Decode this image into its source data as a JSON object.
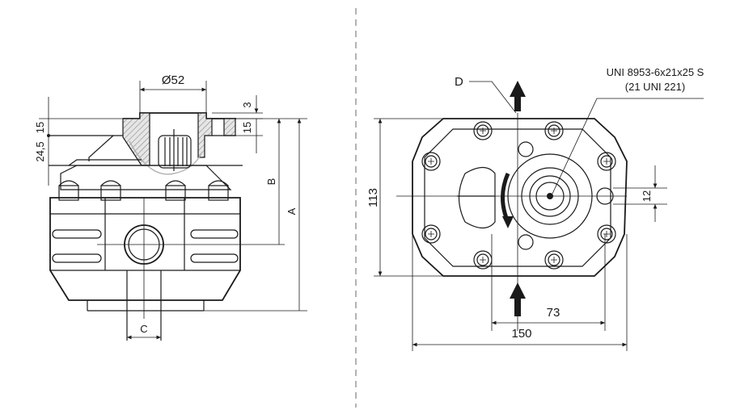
{
  "side_view": {
    "dim_flange_diameter": "Ø52",
    "dim_flange_offset": "3",
    "dim_flange_thickness_right": "15",
    "dim_flange_thickness_left": "15",
    "dim_shaft_height": "24,5",
    "dim_B": "B",
    "dim_A": "A",
    "dim_C": "C"
  },
  "front_view": {
    "label_D": "D",
    "spline_spec_line1": "UNI 8953-6x21x25 S",
    "spline_spec_line2": "(21 UNI 221)",
    "dim_height": "113",
    "dim_port": "12",
    "dim_half_width": "73",
    "dim_width": "150"
  }
}
